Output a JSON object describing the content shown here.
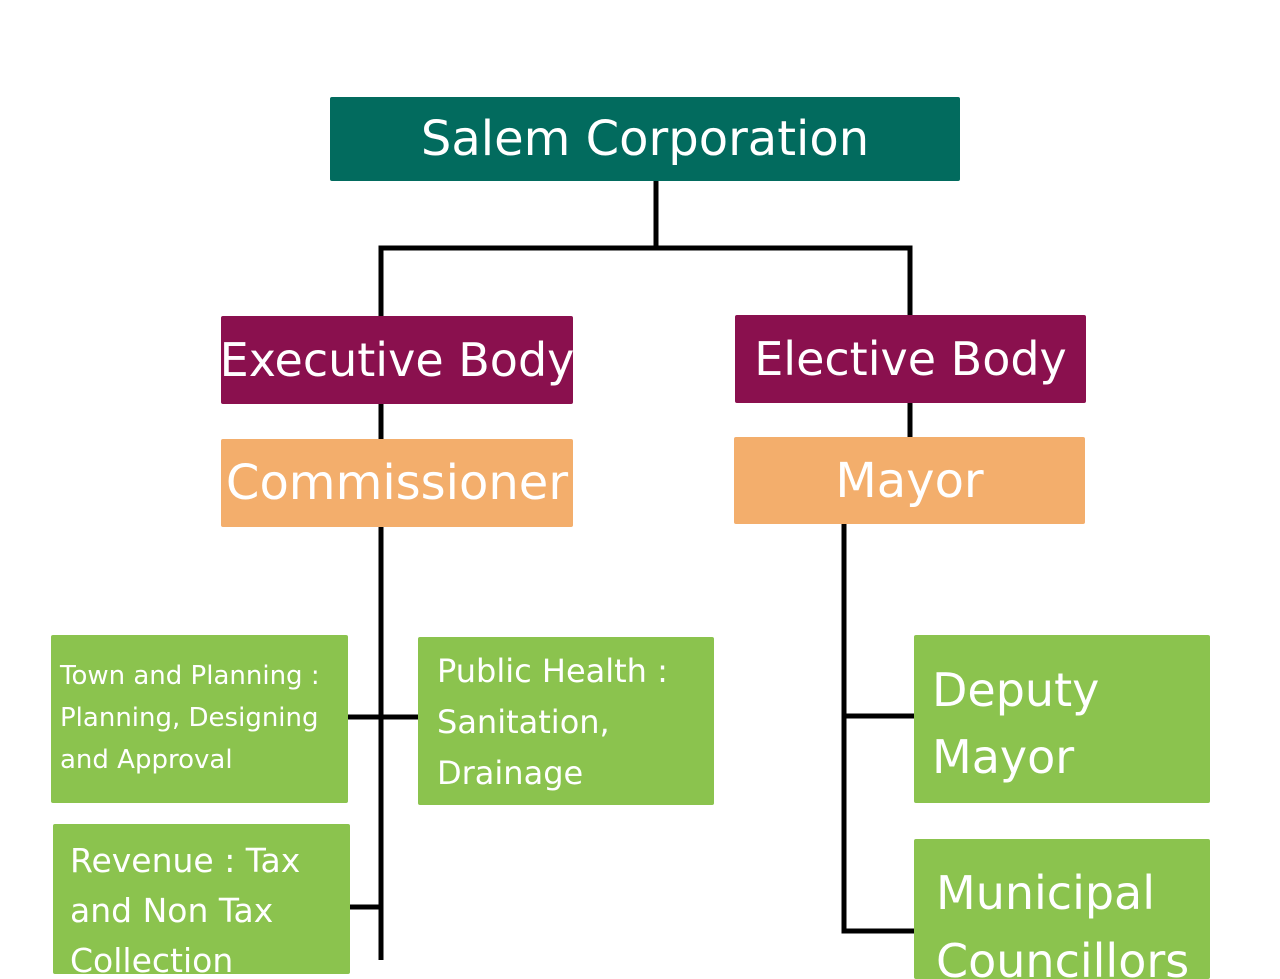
{
  "root": {
    "label": "Salem Corporation"
  },
  "branches": {
    "executive": {
      "label": "Executive Body",
      "head": "Commissioner",
      "departments": [
        {
          "label": "Town and Planning : Planning, Designing and Approval"
        },
        {
          "label": "Public Health : Sanitation, Drainage"
        },
        {
          "label": "Revenue : Tax and Non Tax Collection"
        }
      ]
    },
    "elective": {
      "label": "Elective Body",
      "head": "Mayor",
      "members": [
        {
          "label": "Deputy Mayor"
        },
        {
          "label": "Municipal Councillors"
        }
      ]
    }
  },
  "colors": {
    "root": "#026b5e",
    "body": "#8a104e",
    "head": "#f3ae6c",
    "unit": "#8bc34e",
    "connector": "#000000"
  }
}
